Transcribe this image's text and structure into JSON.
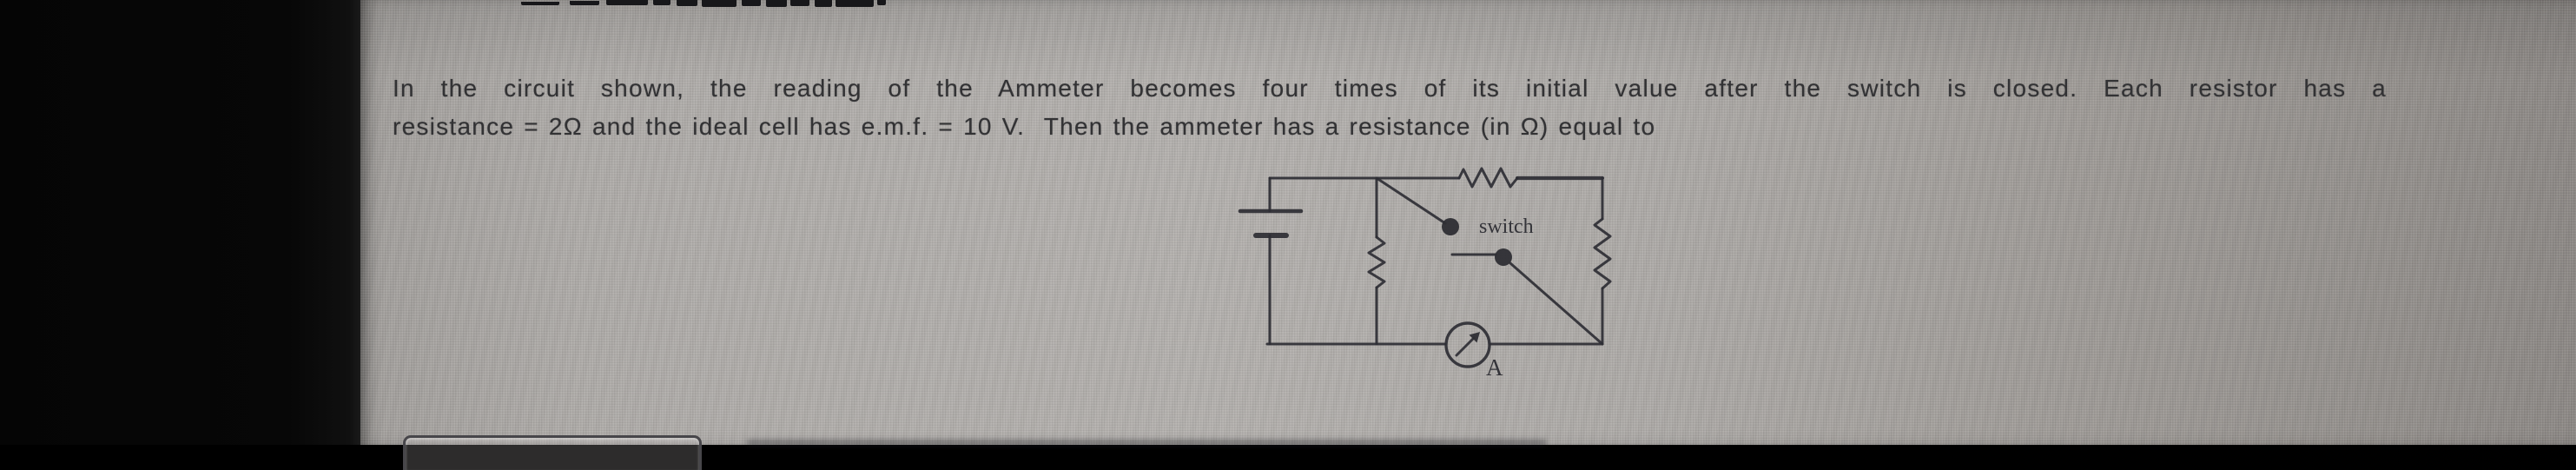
{
  "question": {
    "line1": "In the circuit shown, the reading of the Ammeter becomes four times of its initial value after the switch is closed. Each resistor has a",
    "line2": "resistance = 2Ω and the ideal cell has e.m.f. = 10 V.  Then the ammeter has a resistance (in Ω) equal to"
  },
  "circuit": {
    "switch_label": "switch",
    "ammeter_label": "A",
    "components": [
      "battery-cell",
      "resistor-top",
      "resistor-middle",
      "resistor-right",
      "open-switch",
      "ammeter"
    ]
  },
  "answer_box": {
    "value": ""
  },
  "colors": {
    "bezel": "#070707",
    "screen_light": "#b4b1ae",
    "screen_dark": "#8d8986",
    "ink": "#323234",
    "circuit_ink": "#2e2e34"
  }
}
